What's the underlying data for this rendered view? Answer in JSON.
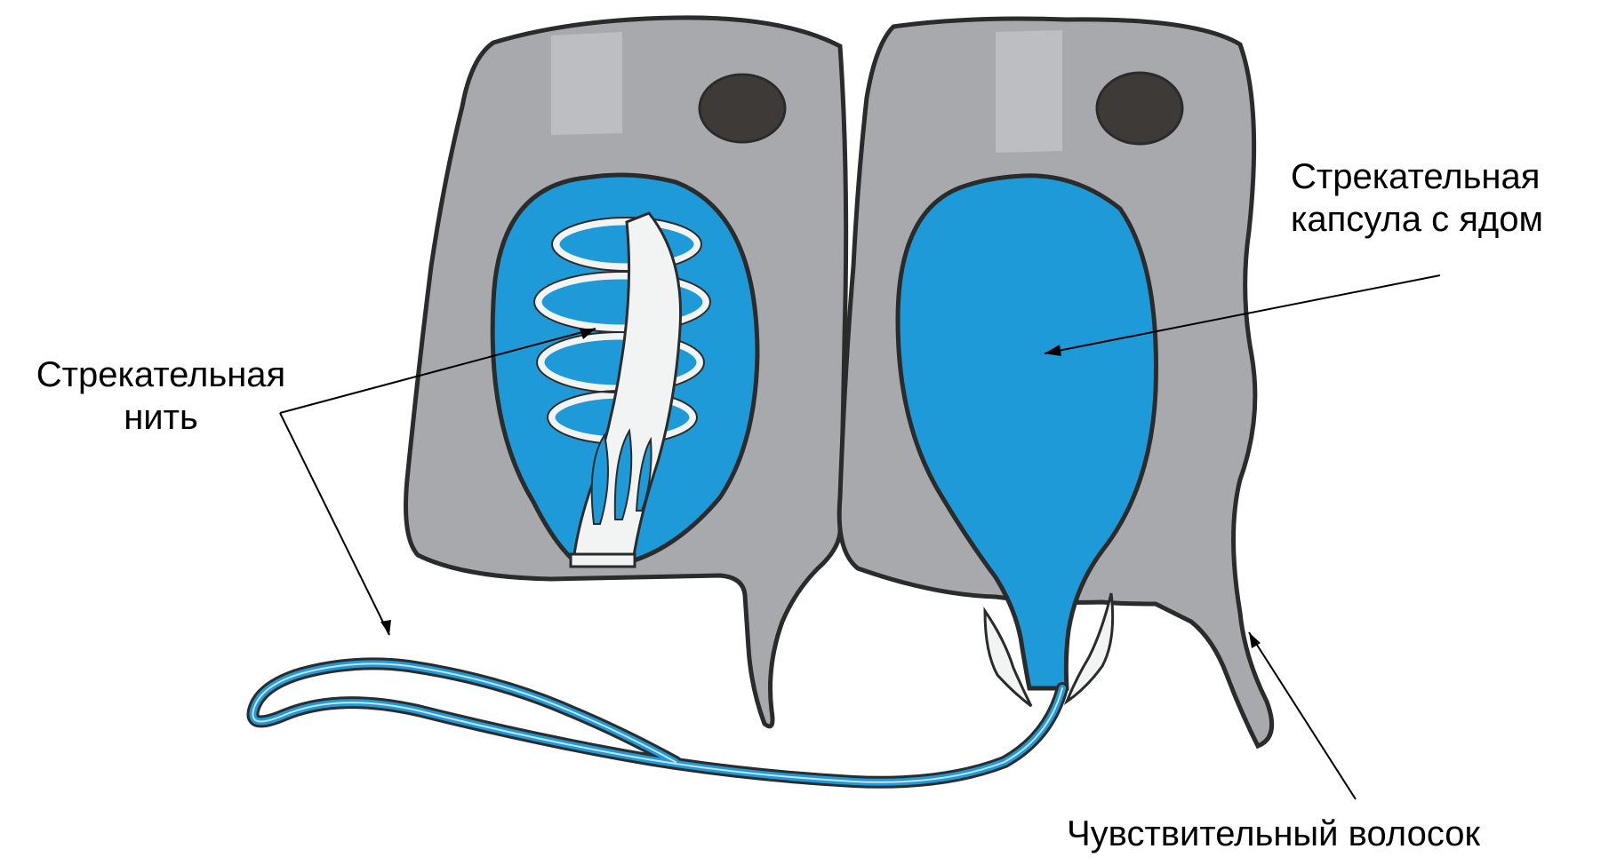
{
  "labels": {
    "stinging_thread": [
      "Стрекательная",
      "нить"
    ],
    "venom_capsule": [
      "Стрекательная",
      "капсула с ядом"
    ],
    "sensory_hair": "Чувствительный волосок"
  },
  "colors": {
    "cell_fill": "#a8a9ad",
    "cell_light": "#c6c7ca",
    "outline": "#2b2b2b",
    "capsule_fill": "#1e9ad8",
    "nucleus": "#3e3a38",
    "thread_white": "#f2f4f4",
    "pointer_line": "#000000"
  }
}
